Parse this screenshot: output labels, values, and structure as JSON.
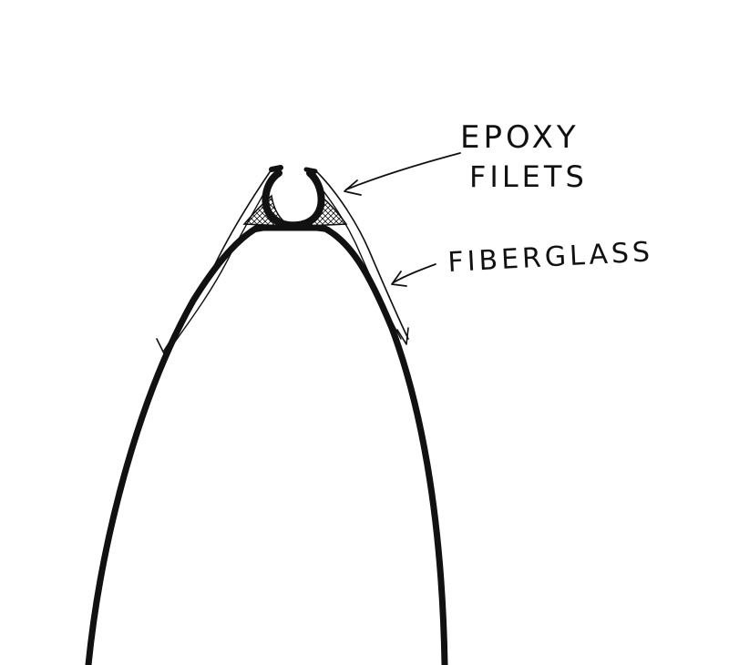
{
  "labels": {
    "epoxy_line1": "EPOXY",
    "epoxy_line2": "FILETS",
    "fiberglass": "FIBERGLASS"
  },
  "colors": {
    "ink": "#111111",
    "paper": "#ffffff"
  }
}
